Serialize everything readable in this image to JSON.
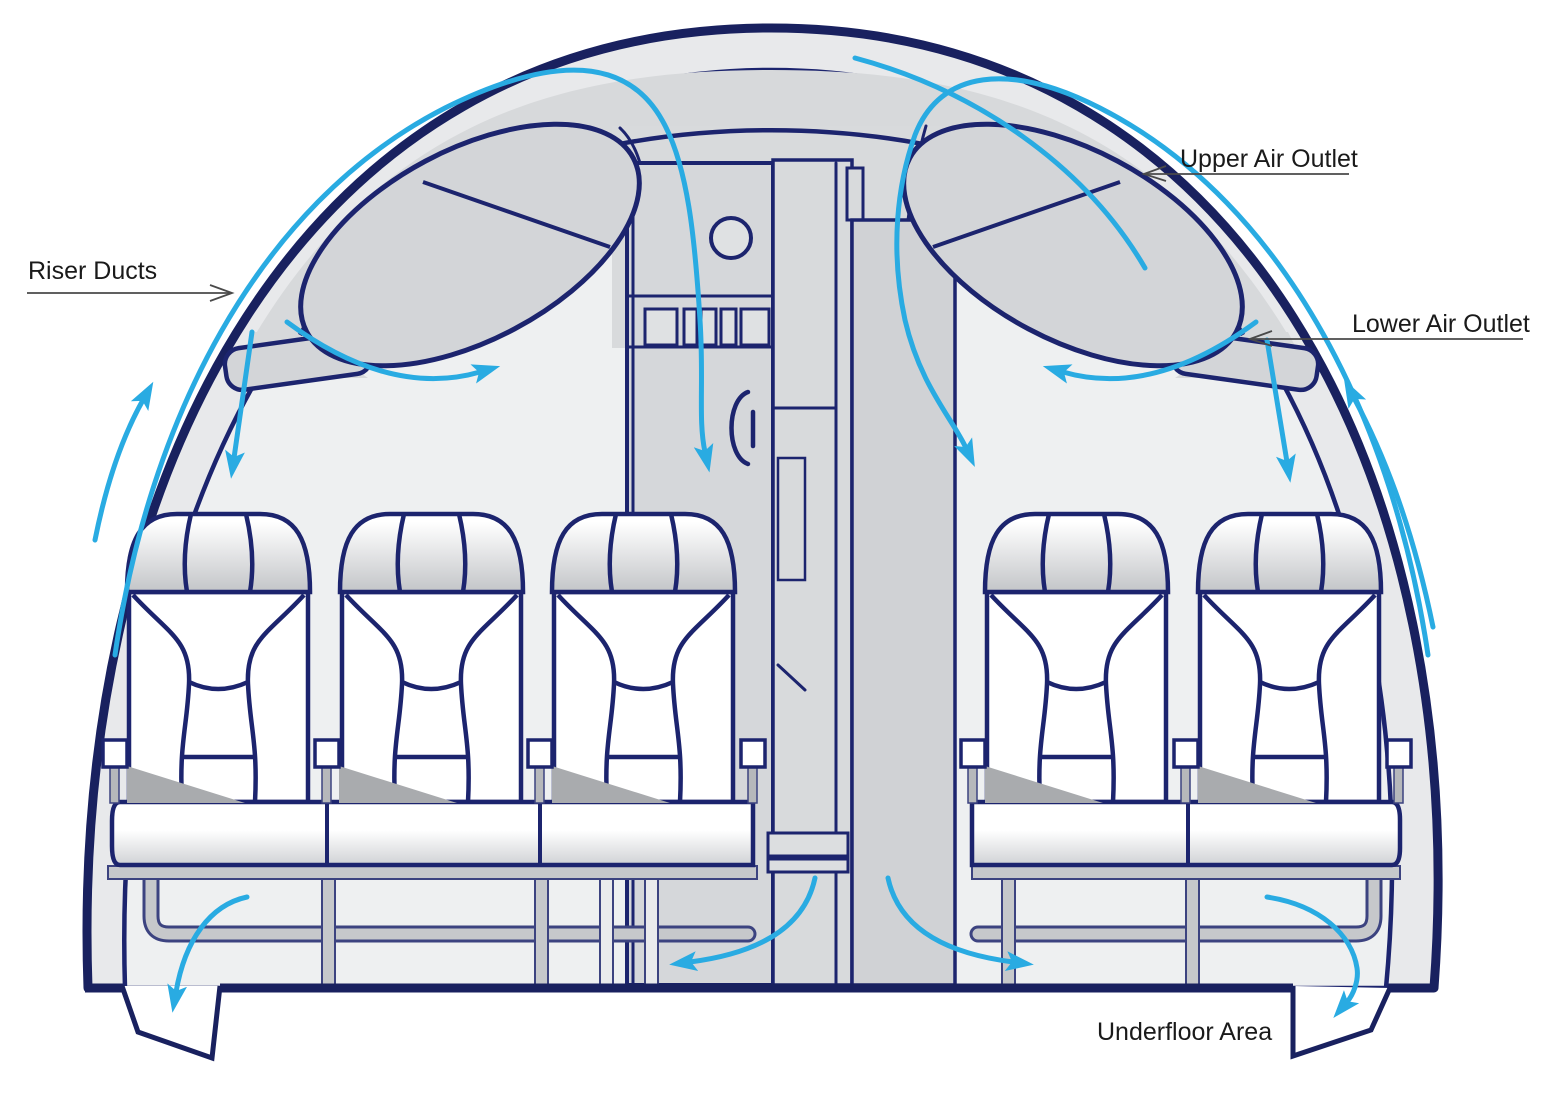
{
  "diagram": {
    "type": "aircraft-cabin-cross-section-airflow",
    "labels": {
      "riser_ducts": "Riser Ducts",
      "upper_air_outlet": "Upper Air Outlet",
      "lower_air_outlet": "Lower Air Outlet",
      "underfloor_area": "Underfloor Area"
    },
    "colors": {
      "outline_navy": "#1c246e",
      "airflow_blue": "#29abe2",
      "label_text": "#1a1a1a",
      "leader_line": "#4a4a4a",
      "fuselage_band": "#e8e9eb",
      "crown_plenum": "#d7d9db",
      "interior": "#eef0f1",
      "bin_fill": "#d3d5d8",
      "monument_fill": "#d5d7da",
      "seat_fill": "#ffffff",
      "shadow": "#a9abae"
    }
  }
}
